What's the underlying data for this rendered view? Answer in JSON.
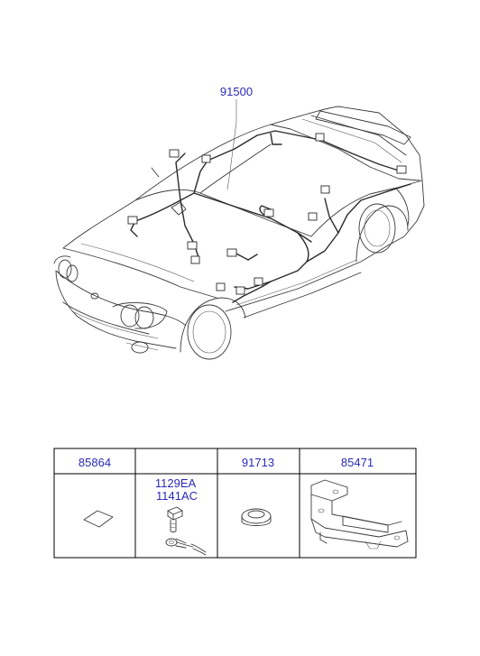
{
  "callout": {
    "part_number": "91500"
  },
  "parts_table": {
    "columns": [
      {
        "label": "85864",
        "item": "pad"
      },
      {
        "label": "1129EA\n1141AC",
        "item": "bolt-and-ground-terminal"
      },
      {
        "label": "91713",
        "item": "grommet"
      },
      {
        "label": "85471",
        "item": "bracket"
      }
    ]
  }
}
